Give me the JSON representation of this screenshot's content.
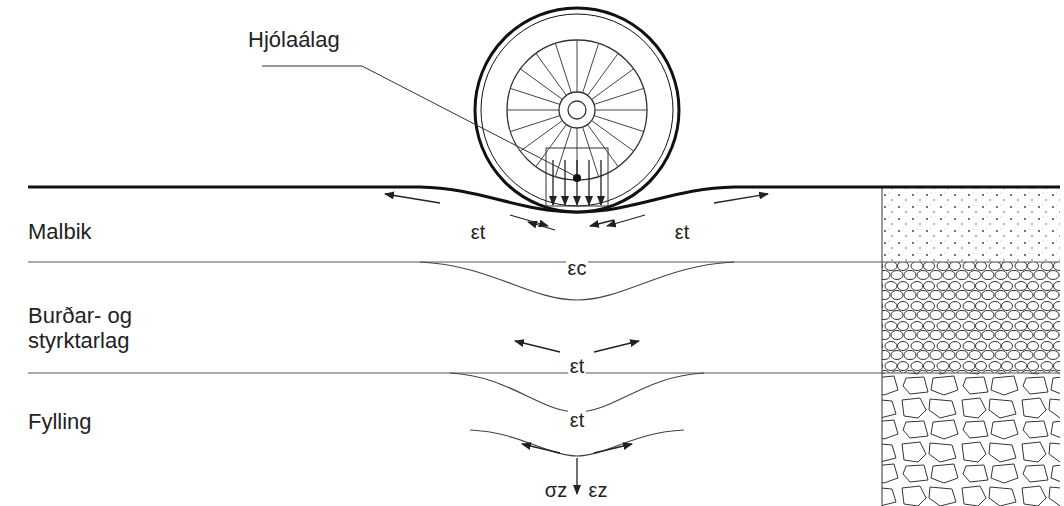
{
  "diagram": {
    "labels": [
      "Hjólaálag",
      "Malbik",
      "εt",
      "εc",
      "εt",
      "Burðar- og styrktarlag",
      "εt",
      "Fylling",
      "εt",
      "σz",
      "εz"
    ]
  }
}
